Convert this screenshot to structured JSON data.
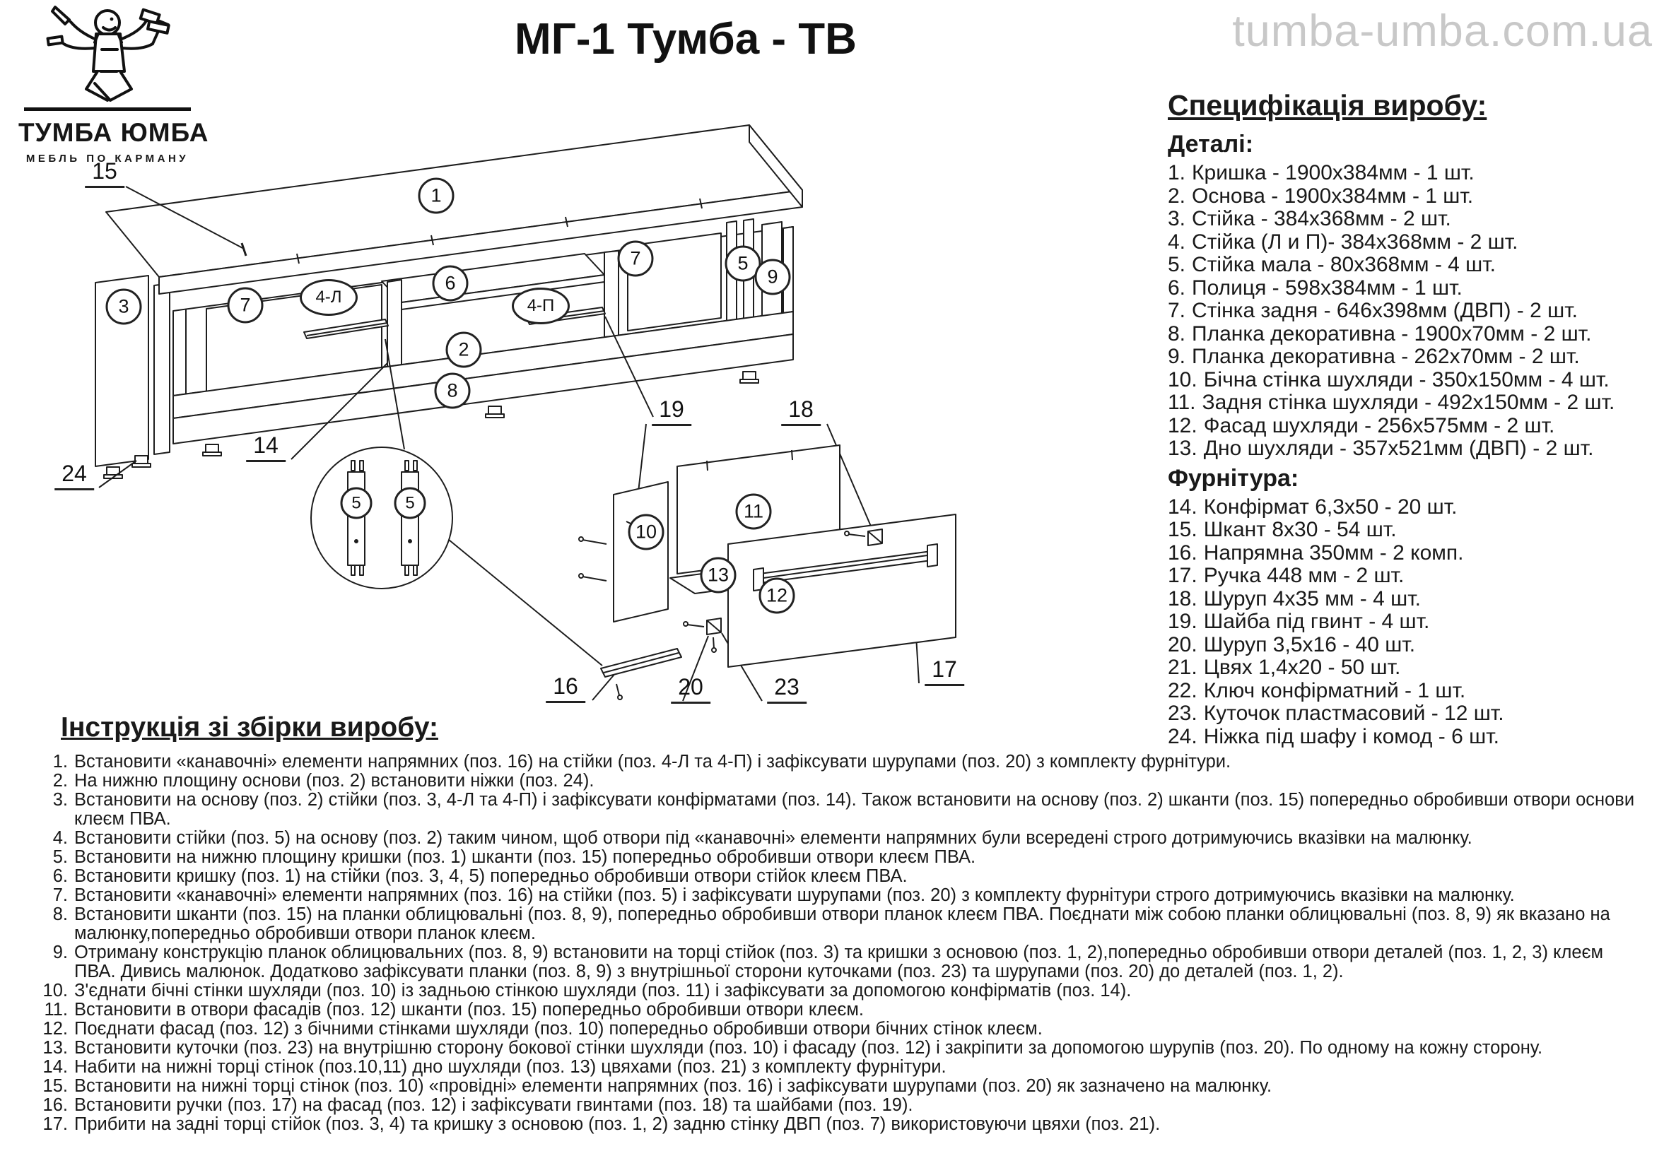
{
  "header": {
    "title": "МГ-1 Тумба - ТВ",
    "watermark": "tumba-umba.com.ua"
  },
  "logo": {
    "brand": "ТУМБА ЮМБА",
    "tagline": "МЕБЛЬ ПО КАРМАНУ"
  },
  "colors": {
    "ink": "#1a1a1a",
    "watermark": "#c8c8c8"
  },
  "spec": {
    "heading": "Специфікація виробу:",
    "details_heading": "Деталі:",
    "details": [
      {
        "num": "1.",
        "text": "Кришка - 1900х384мм - 1 шт."
      },
      {
        "num": "2.",
        "text": "Основа  - 1900х384мм - 1 шт."
      },
      {
        "num": "3.",
        "text": "Стійка - 384х368мм - 2 шт."
      },
      {
        "num": "4.",
        "text": "Стійка (Л и П)- 384х368мм - 2 шт."
      },
      {
        "num": "5.",
        "text": "Стійка мала - 80х368мм - 4 шт."
      },
      {
        "num": "6.",
        "text": "Полиця - 598х384мм - 1 шт."
      },
      {
        "num": "7.",
        "text": "Стінка задня - 646х398мм (ДВП) - 2 шт."
      },
      {
        "num": "8.",
        "text": "Планка декоративна - 1900х70мм - 2 шт."
      },
      {
        "num": "9.",
        "text": "Планка декоративна - 262х70мм - 2 шт."
      },
      {
        "num": "10.",
        "text": "Бічна стінка шухляди - 350х150мм - 4 шт."
      },
      {
        "num": "11.",
        "text": "Задня стінка шухляди - 492х150мм - 2 шт."
      },
      {
        "num": "12.",
        "text": "Фасад шухляди - 256х575мм - 2 шт."
      },
      {
        "num": "13.",
        "text": "Дно шухляди - 357х521мм (ДВП) - 2 шт."
      }
    ],
    "hardware_heading": "Фурнітура:",
    "hardware": [
      {
        "num": "14.",
        "text": "Конфірмат 6,3х50 - 20 шт."
      },
      {
        "num": "15.",
        "text": "Шкант 8х30 - 54 шт."
      },
      {
        "num": "16.",
        "text": "Напрямна 350мм - 2 комп."
      },
      {
        "num": "17.",
        "text": "Ручка 448 мм - 2 шт."
      },
      {
        "num": "18.",
        "text": "Шуруп 4х35 мм - 4 шт."
      },
      {
        "num": "19.",
        "text": "Шайба під гвинт - 4 шт."
      },
      {
        "num": "20.",
        "text": "Шуруп 3,5х16 - 40 шт."
      },
      {
        "num": "21.",
        "text": "Цвях 1,4х20 - 50 шт."
      },
      {
        "num": "22.",
        "text": "Ключ конфірматний - 1 шт."
      },
      {
        "num": "23.",
        "text": "Куточок пластмасовий - 12 шт."
      },
      {
        "num": "24.",
        "text": "Ніжка під шафу і комод - 6 шт."
      }
    ]
  },
  "instructions": {
    "heading": "Інструкція зі збірки виробу:",
    "items": [
      {
        "num": "1.",
        "text": "Встановити «канавочні» елементи напрямних (поз. 16) на стійки (поз. 4-Л та 4-П) і зафіксувати шурупами (поз. 20) з комплекту фурнітури."
      },
      {
        "num": "2.",
        "text": "На нижню площину основи (поз. 2) встановити ніжки (поз. 24)."
      },
      {
        "num": "3.",
        "text": "Встановити на основу (поз. 2) стійки (поз. 3, 4-Л та 4-П) і зафіксувати конфірматами (поз. 14). Також встановити на основу (поз. 2) шканти (поз. 15) попередньо обробивши отвори основи клеєм ПВА."
      },
      {
        "num": "4.",
        "text": "Встановити стійки (поз. 5) на основу (поз. 2) таким чином, щоб отвори під «канавочні» елементи напрямних  були всередені строго дотримуючись вказівки на малюнку."
      },
      {
        "num": "5.",
        "text": "Встановити на нижню площину кришки (поз. 1) шканти (поз. 15) попередньо обробивши отвори клеєм ПВА."
      },
      {
        "num": "6.",
        "text": "Встановити кришку (поз. 1) на стійки (поз. 3, 4, 5) попередньо обробивши отвори стійок клеєм ПВА."
      },
      {
        "num": "7.",
        "text": "Встановити «канавочні» елементи напрямних (поз. 16) на стійки (поз. 5) і зафіксувати шурупами (поз. 20) з комплекту фурнітури строго дотримуючись вказівки на малюнку."
      },
      {
        "num": "8.",
        "text": "Встановити шканти (поз. 15) на планки облицювальні (поз. 8, 9), попередньо обробивши отвори планок клеєм ПВА. Поєднати між собою планки облицювальні (поз. 8, 9) як вказано на малюнку,попередньо обробивши отвори планок клеєм."
      },
      {
        "num": "9.",
        "text": "Отриману конструкцію планок облицювальних (поз. 8, 9) встановити на торці стійок (поз. 3) та кришки з основою (поз. 1, 2),попередньо обробивши отвори деталей (поз. 1, 2, 3) клеєм ПВА. Дивись малюнок. Додатково зафіксувати планки (поз. 8, 9) з внутрішньої сторони куточками (поз. 23) та шурупами (поз. 20) до  деталей (поз. 1, 2)."
      },
      {
        "num": "10.",
        "text": "З'єднати бічні стінки шухляди (поз. 10) із задньою стінкою шухляди (поз. 11) і зафіксувати за допомогою конфірматів (поз. 14)."
      },
      {
        "num": "11.",
        "text": "Встановити в отвори фасадів (поз. 12) шканти (поз. 15) попередньо обробивши отвори клеєм."
      },
      {
        "num": "12.",
        "text": "Поєднати фасад (поз. 12) з бічними стінками шухляди (поз. 10) попередньо обробивши отвори бічних стінок клеєм."
      },
      {
        "num": "13.",
        "text": "Встановити куточки (поз. 23) на внутрішню сторону бокової стінки шухляди (поз. 10) і фасаду (поз. 12) і закріпити за допомогою шурупів (поз. 20). По одному на кожну сторону."
      },
      {
        "num": "14.",
        "text": "Набити на нижні торці стінок (поз.10,11) дно шухляди (поз. 13) цвяхами (поз. 21) з комплекту фурнітури."
      },
      {
        "num": "15.",
        "text": "Встановити на нижні торці стінок (поз. 10) «провідні» елементи напрямних (поз. 16) і зафіксувати шурупами (поз. 20) як зазначено на малюнку."
      },
      {
        "num": "16.",
        "text": "Встановити ручки (поз. 17) на фасад (поз. 12) і зафіксувати гвинтами (поз. 18) та шайбами (поз. 19)."
      },
      {
        "num": "17.",
        "text": "Прибити на задні торці стійок (поз. 3, 4) та кришку з основою (поз. 1, 2) задню стінку ДВП (поз. 7) використовуючи цвяхи (поз. 21)."
      }
    ]
  },
  "diagram": {
    "callouts": [
      {
        "label": "15",
        "cls": "co plain",
        "pos": "left:148px;top:245px"
      },
      {
        "label": "1",
        "cls": "co circle",
        "pos": "left:617px;top:277px"
      },
      {
        "label": "7",
        "cls": "co circle",
        "pos": "left:899px;top:366px"
      },
      {
        "label": "5",
        "cls": "co circle",
        "pos": "left:1051px;top:373px"
      },
      {
        "label": "9",
        "cls": "co circle",
        "pos": "left:1093px;top:392px"
      },
      {
        "label": "3",
        "cls": "co circle",
        "pos": "left:175px;top:434px"
      },
      {
        "label": "7",
        "cls": "co circle",
        "pos": "left:347px;top:432px"
      },
      {
        "label": "4-Л",
        "cls": "co oval",
        "pos": "left:465px;top:421px"
      },
      {
        "label": "6",
        "cls": "co circle",
        "pos": "left:637px;top:401px"
      },
      {
        "label": "4-П",
        "cls": "co oval",
        "pos": "left:765px;top:433px"
      },
      {
        "label": "2",
        "cls": "co circle",
        "pos": "left:656px;top:495px"
      },
      {
        "label": "8",
        "cls": "co circle",
        "pos": "left:640px;top:553px"
      },
      {
        "label": "14",
        "cls": "co plain",
        "pos": "left:376px;top:633px"
      },
      {
        "label": "24",
        "cls": "co plain",
        "pos": "left:105px;top:673px"
      },
      {
        "label": "5",
        "cls": "co circle small",
        "pos": "left:504px;top:712px"
      },
      {
        "label": "5",
        "cls": "co circle small",
        "pos": "left:580px;top:712px"
      },
      {
        "label": "19",
        "cls": "co plain",
        "pos": "left:950px;top:582px"
      },
      {
        "label": "18",
        "cls": "co plain",
        "pos": "left:1133px;top:582px"
      },
      {
        "label": "11",
        "cls": "co circle",
        "pos": "left:1066px;top:724px"
      },
      {
        "label": "10",
        "cls": "co circle",
        "pos": "left:914px;top:753px"
      },
      {
        "label": "13",
        "cls": "co circle",
        "pos": "left:1016px;top:814px"
      },
      {
        "label": "12",
        "cls": "co circle",
        "pos": "left:1099px;top:843px"
      },
      {
        "label": "16",
        "cls": "co plain",
        "pos": "left:800px;top:974px"
      },
      {
        "label": "20",
        "cls": "co plain",
        "pos": "left:977px;top:975px"
      },
      {
        "label": "23",
        "cls": "co plain",
        "pos": "left:1113px;top:975px"
      },
      {
        "label": "17",
        "cls": "co plain",
        "pos": "left:1336px;top:950px"
      }
    ]
  }
}
